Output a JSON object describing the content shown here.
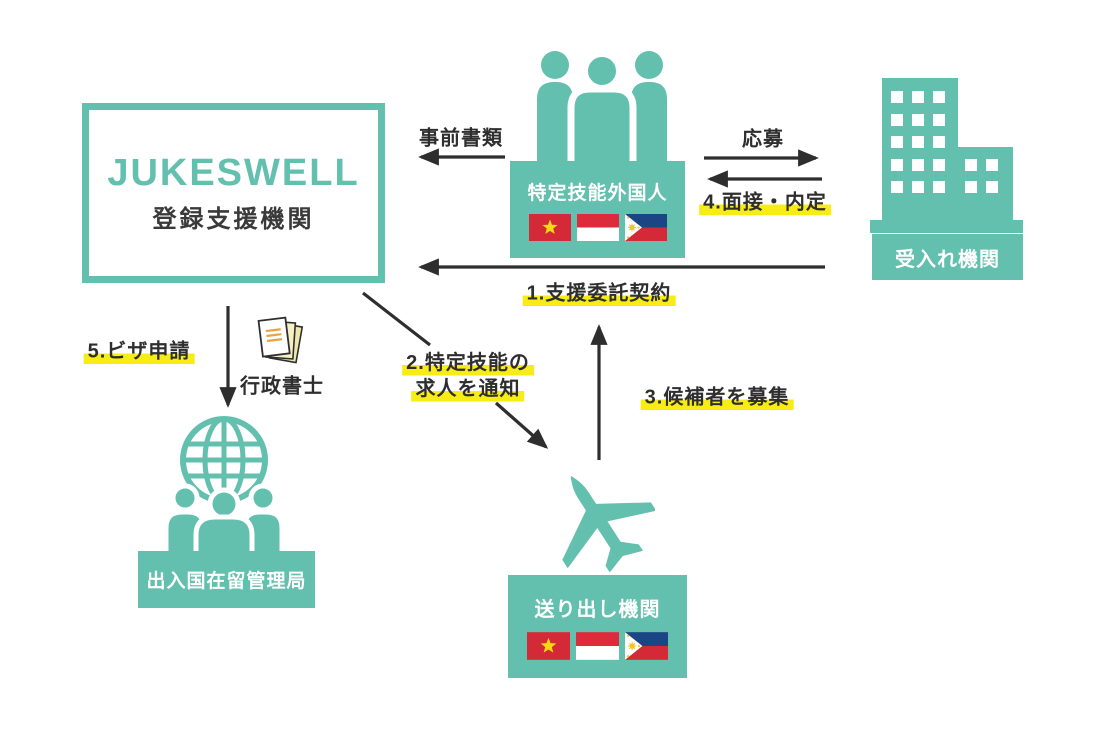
{
  "nodes": {
    "jukeswell": {
      "title": "JUKESWELL",
      "subtitle": "登録支援機関"
    },
    "workers": {
      "label": "特定技能外国人"
    },
    "accepting": {
      "label": "受入れ機関"
    },
    "immigration": {
      "label": "出入国在留管理局"
    },
    "sending": {
      "label": "送り出し機関"
    },
    "scrivener": {
      "label": "行政書士"
    }
  },
  "flows": {
    "pre_documents": {
      "label": "事前書類",
      "highlighted": false
    },
    "apply": {
      "label": "応募",
      "highlighted": false
    },
    "interview": {
      "label": "4.面接・内定",
      "highlighted": true
    },
    "support_contract": {
      "label": "1.支援委託契約",
      "highlighted": true
    },
    "visa": {
      "label": "5.ビザ申請",
      "highlighted": true
    },
    "job_notice": {
      "line1": "2.特定技能の",
      "line2": "求人を通知",
      "highlighted": true
    },
    "recruit": {
      "label": "3.候補者を募集",
      "highlighted": true
    }
  },
  "flags": [
    "vietnam",
    "indonesia",
    "philippines"
  ],
  "colors": {
    "teal": "#63BFAE",
    "text_dark": "#2E2E2E",
    "highlight_yellow": "#F7EC15",
    "vietnam_red": "#D42A38",
    "indonesia_red": "#DE2B3B",
    "philippines_blue": "#1C4586",
    "philippines_red": "#D42A38",
    "flag_star_yellow": "#F8D815"
  }
}
